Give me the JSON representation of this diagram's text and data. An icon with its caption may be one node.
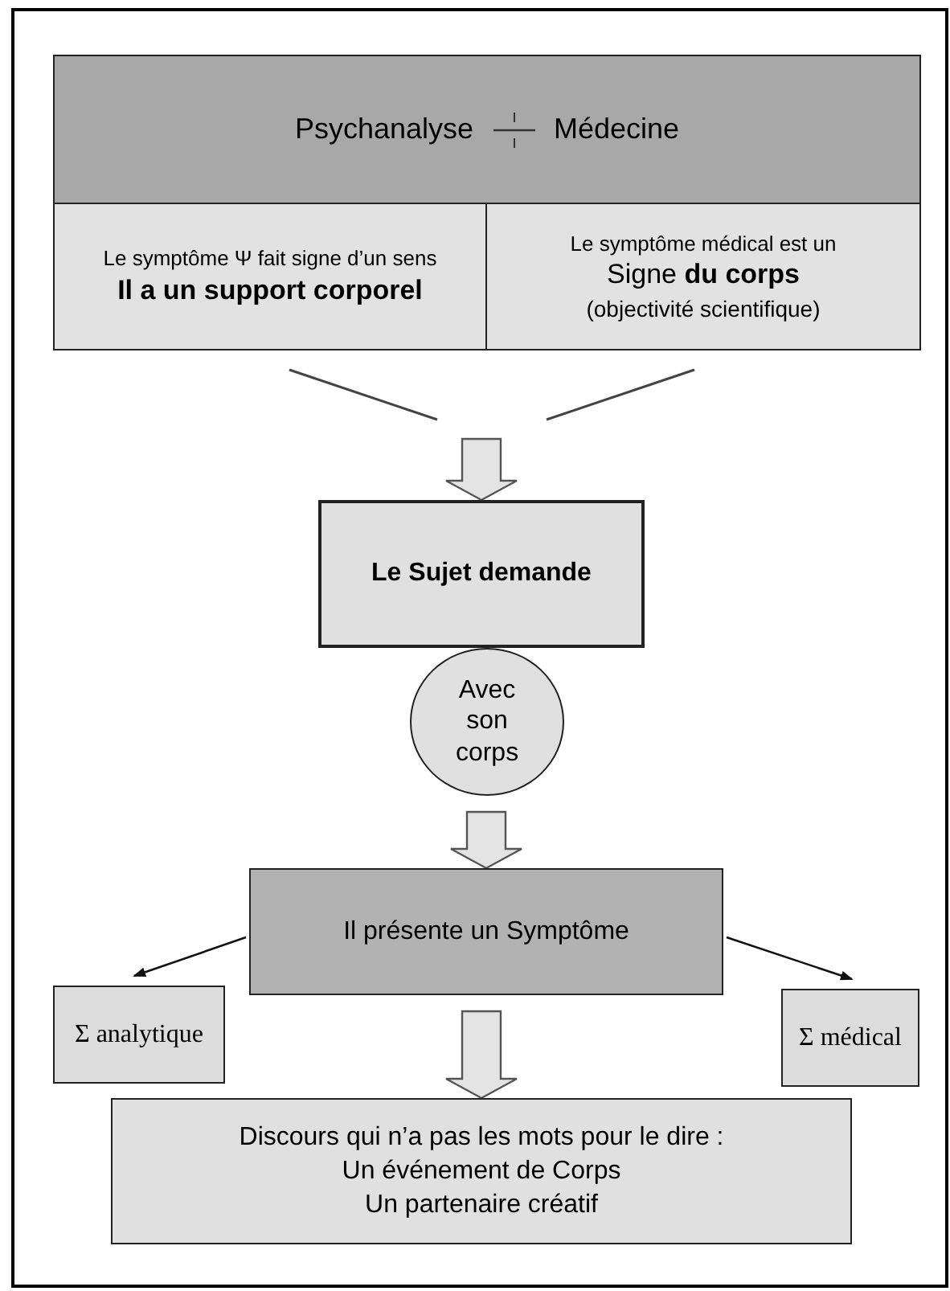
{
  "diagram": {
    "nodes": [
      {
        "text": [
          "Psychanalyse",
          "Médecine"
        ]
      },
      {
        "text": [
          "Le symptôme Ψ fait signe d’un sens",
          "Il a un support corporel"
        ]
      },
      {
        "text": [
          "Le symptôme médical est un",
          "Signe **du corps**",
          "(objectivité scientifique)"
        ]
      },
      {
        "text": [
          "Le Sujet demande"
        ]
      },
      {
        "text": [
          "Avec son corps"
        ]
      },
      {
        "text": [
          "Il présente un Symptôme"
        ]
      },
      {
        "text": [
          "Σ analytique"
        ]
      },
      {
        "text": [
          "Σ médical"
        ]
      },
      {
        "text": [
          "Discours qui n’a pas les mots pour le dire :",
          "Un événement de Corps",
          "Un partenaire créatif"
        ]
      }
    ],
    "edges": [
      {
        "from": null,
        "to": 3,
        "arrow": "to",
        "style": "thick"
      },
      {
        "from": 4,
        "to": 5,
        "arrow": "to",
        "style": "thick"
      },
      {
        "from": 5,
        "to": 6,
        "arrow": "to"
      },
      {
        "from": 5,
        "to": 7,
        "arrow": "to"
      },
      {
        "from": 5,
        "to": 8,
        "arrow": "to",
        "style": "thick"
      }
    ]
  }
}
